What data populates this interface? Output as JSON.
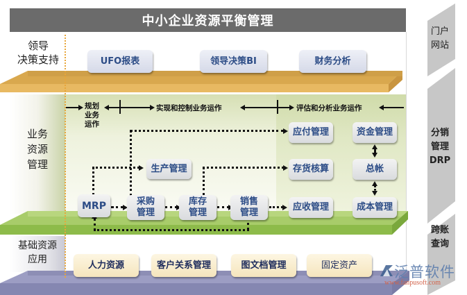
{
  "title": "中小企业资源平衡管理",
  "layers": {
    "top": {
      "label_line1": "领导",
      "label_line2": "决策支持",
      "modules": [
        "UFO报表",
        "领导决策BI",
        "财务分析"
      ],
      "shelf_color": "#e2b45c"
    },
    "middle": {
      "label_lines": [
        "业务",
        "资源",
        "管理"
      ],
      "phases": {
        "planning": [
          "规划",
          "业务",
          "运作"
        ],
        "control": "实现和控制业务运作",
        "evaluate": "评估和分析业务运作"
      },
      "modules": {
        "mrp": "MRP",
        "production": "生产管理",
        "purchasing": [
          "采购",
          "管理"
        ],
        "inventory": [
          "库存",
          "管理"
        ],
        "sales": [
          "销售",
          "管理"
        ],
        "payables": "应付管理",
        "inventory_accounting": "存货核算",
        "receivables": "应收管理",
        "funds": "资金管理",
        "ledger": "总帐",
        "cost": "成本管理"
      },
      "shelf_color": "#9cc65a"
    },
    "bottom": {
      "label_line1": "基础资源",
      "label_line2": "应用",
      "modules": [
        "人力资源",
        "客户关系管理",
        "图文档管理",
        "固定资产"
      ],
      "shelf_color": "#9a9cc4"
    }
  },
  "right_column": {
    "portal": [
      "门户",
      "网站"
    ],
    "drp": [
      "分销",
      "管理",
      "DRP"
    ],
    "cross_query": [
      "跨账",
      "查询"
    ]
  },
  "watermark": {
    "brand": "泛普软件",
    "url": "www.fanpusoft.com"
  }
}
